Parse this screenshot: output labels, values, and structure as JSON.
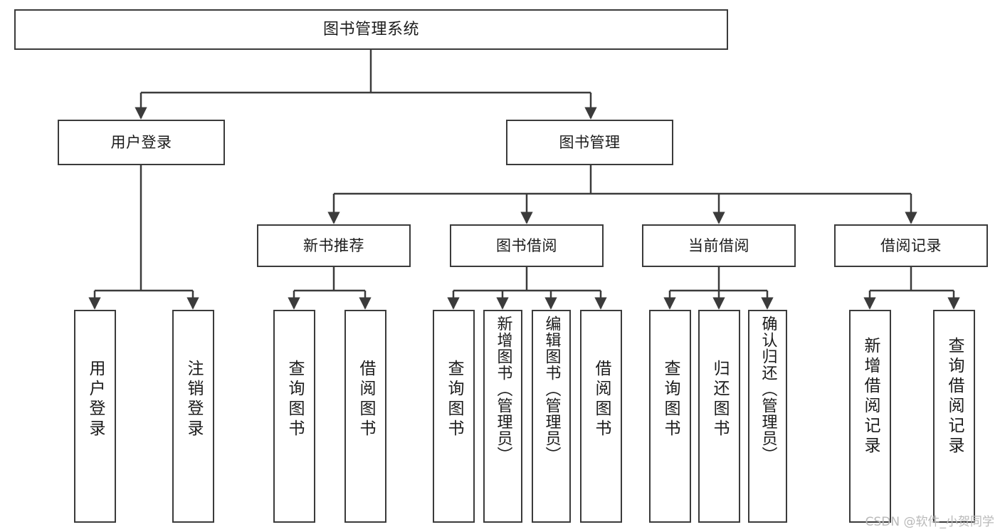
{
  "diagram": {
    "type": "tree",
    "title": "图书管理系统",
    "watermark": "CSDN @软件_小贺同学",
    "colors": {
      "stroke": "#3b3b3b",
      "fill": "#ffffff",
      "text": "#1b1b1b",
      "watermark": "#b9b9b9"
    },
    "nodes": {
      "root": {
        "label": "图书管理系统"
      },
      "level2": [
        {
          "label": "用户登录"
        },
        {
          "label": "图书管理"
        }
      ],
      "level3": [
        {
          "label": "新书推荐"
        },
        {
          "label": "图书借阅"
        },
        {
          "label": "当前借阅"
        },
        {
          "label": "借阅记录"
        }
      ],
      "leaves": [
        {
          "label": "用户登录"
        },
        {
          "label": "注销登录"
        },
        {
          "label": "查询图书"
        },
        {
          "label": "借阅图书"
        },
        {
          "label": "查询图书"
        },
        {
          "label": "新增图书（管理员）"
        },
        {
          "label": "编辑图书（管理员）"
        },
        {
          "label": "借阅图书"
        },
        {
          "label": "查询图书"
        },
        {
          "label": "归还图书"
        },
        {
          "label": "确认归还（管理员）"
        },
        {
          "label": "新增借阅记录"
        },
        {
          "label": "查询借阅记录"
        }
      ]
    },
    "edges": [
      {
        "from": "图书管理系统",
        "to": "用户登录"
      },
      {
        "from": "图书管理系统",
        "to": "图书管理"
      },
      {
        "from": "用户登录",
        "to": "用户登录"
      },
      {
        "from": "用户登录",
        "to": "注销登录"
      },
      {
        "from": "图书管理",
        "to": "新书推荐"
      },
      {
        "from": "图书管理",
        "to": "图书借阅"
      },
      {
        "from": "图书管理",
        "to": "当前借阅"
      },
      {
        "from": "图书管理",
        "to": "借阅记录"
      },
      {
        "from": "新书推荐",
        "to": "查询图书"
      },
      {
        "from": "新书推荐",
        "to": "借阅图书"
      },
      {
        "from": "图书借阅",
        "to": "查询图书"
      },
      {
        "from": "图书借阅",
        "to": "新增图书（管理员）"
      },
      {
        "from": "图书借阅",
        "to": "编辑图书（管理员）"
      },
      {
        "from": "图书借阅",
        "to": "借阅图书"
      },
      {
        "from": "当前借阅",
        "to": "查询图书"
      },
      {
        "from": "当前借阅",
        "to": "归还图书"
      },
      {
        "from": "当前借阅",
        "to": "确认归还（管理员）"
      },
      {
        "from": "借阅记录",
        "to": "新增借阅记录"
      },
      {
        "from": "借阅记录",
        "to": "查询借阅记录"
      }
    ]
  }
}
